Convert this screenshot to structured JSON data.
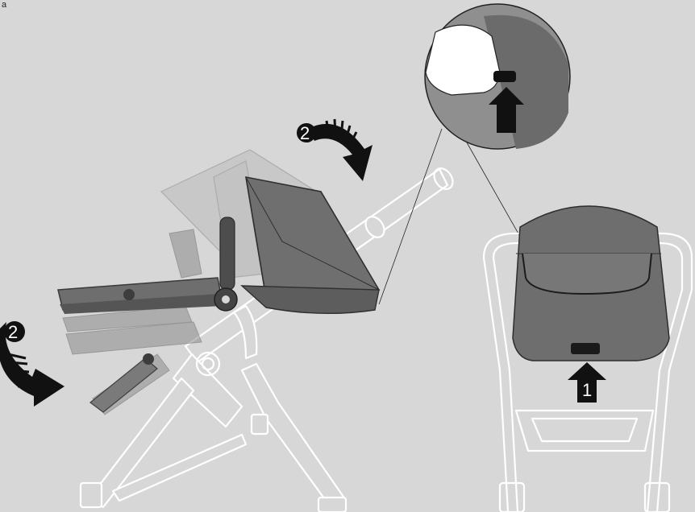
{
  "page": {
    "corner_mark": "a"
  },
  "steps": {
    "release_button_number": "1",
    "tilt_seat_number": "2",
    "tilt_canopy_number": "2"
  },
  "palette": {
    "background": "#d7d7d7",
    "frame_outline": "#ffffff",
    "seat_dark": "#5a5a5a",
    "seat_mid": "#747474",
    "ghost": "#9a9a9a",
    "arrow": "#111111",
    "hand": "#ffffff"
  }
}
